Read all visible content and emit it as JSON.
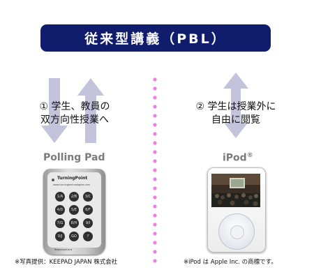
{
  "banner": {
    "title": "従来型講義（PBL）"
  },
  "left": {
    "caption_line1": "① 学生、教員の",
    "caption_line2": "双方向性授業へ",
    "device_label": "Polling Pad",
    "credit": "※写真提供：KEEPAD JAPAN 株式会社"
  },
  "right": {
    "caption_line1": "② 学生は授業外に",
    "caption_line2": "自由に閲覧",
    "device_label": "iPod",
    "device_label_mark": "®",
    "credit": "※iPod は Apple Inc. の商標です。"
  },
  "polling_pad": {
    "brand": "TurningPoint",
    "url": "www.turningtechnologies.com",
    "card_label": "ResponseCard",
    "keys": [
      "1/A",
      "2/B",
      "3/C",
      "4/D",
      "5/E",
      "6/F",
      "7/G",
      "8/H",
      "9/I",
      "0/J",
      "GO",
      "?"
    ]
  },
  "colors": {
    "banner": "#0f1d6c",
    "arrow": "#c3c3dc",
    "divider": "#f07ee6",
    "label_gray": "#7a7a7a"
  }
}
